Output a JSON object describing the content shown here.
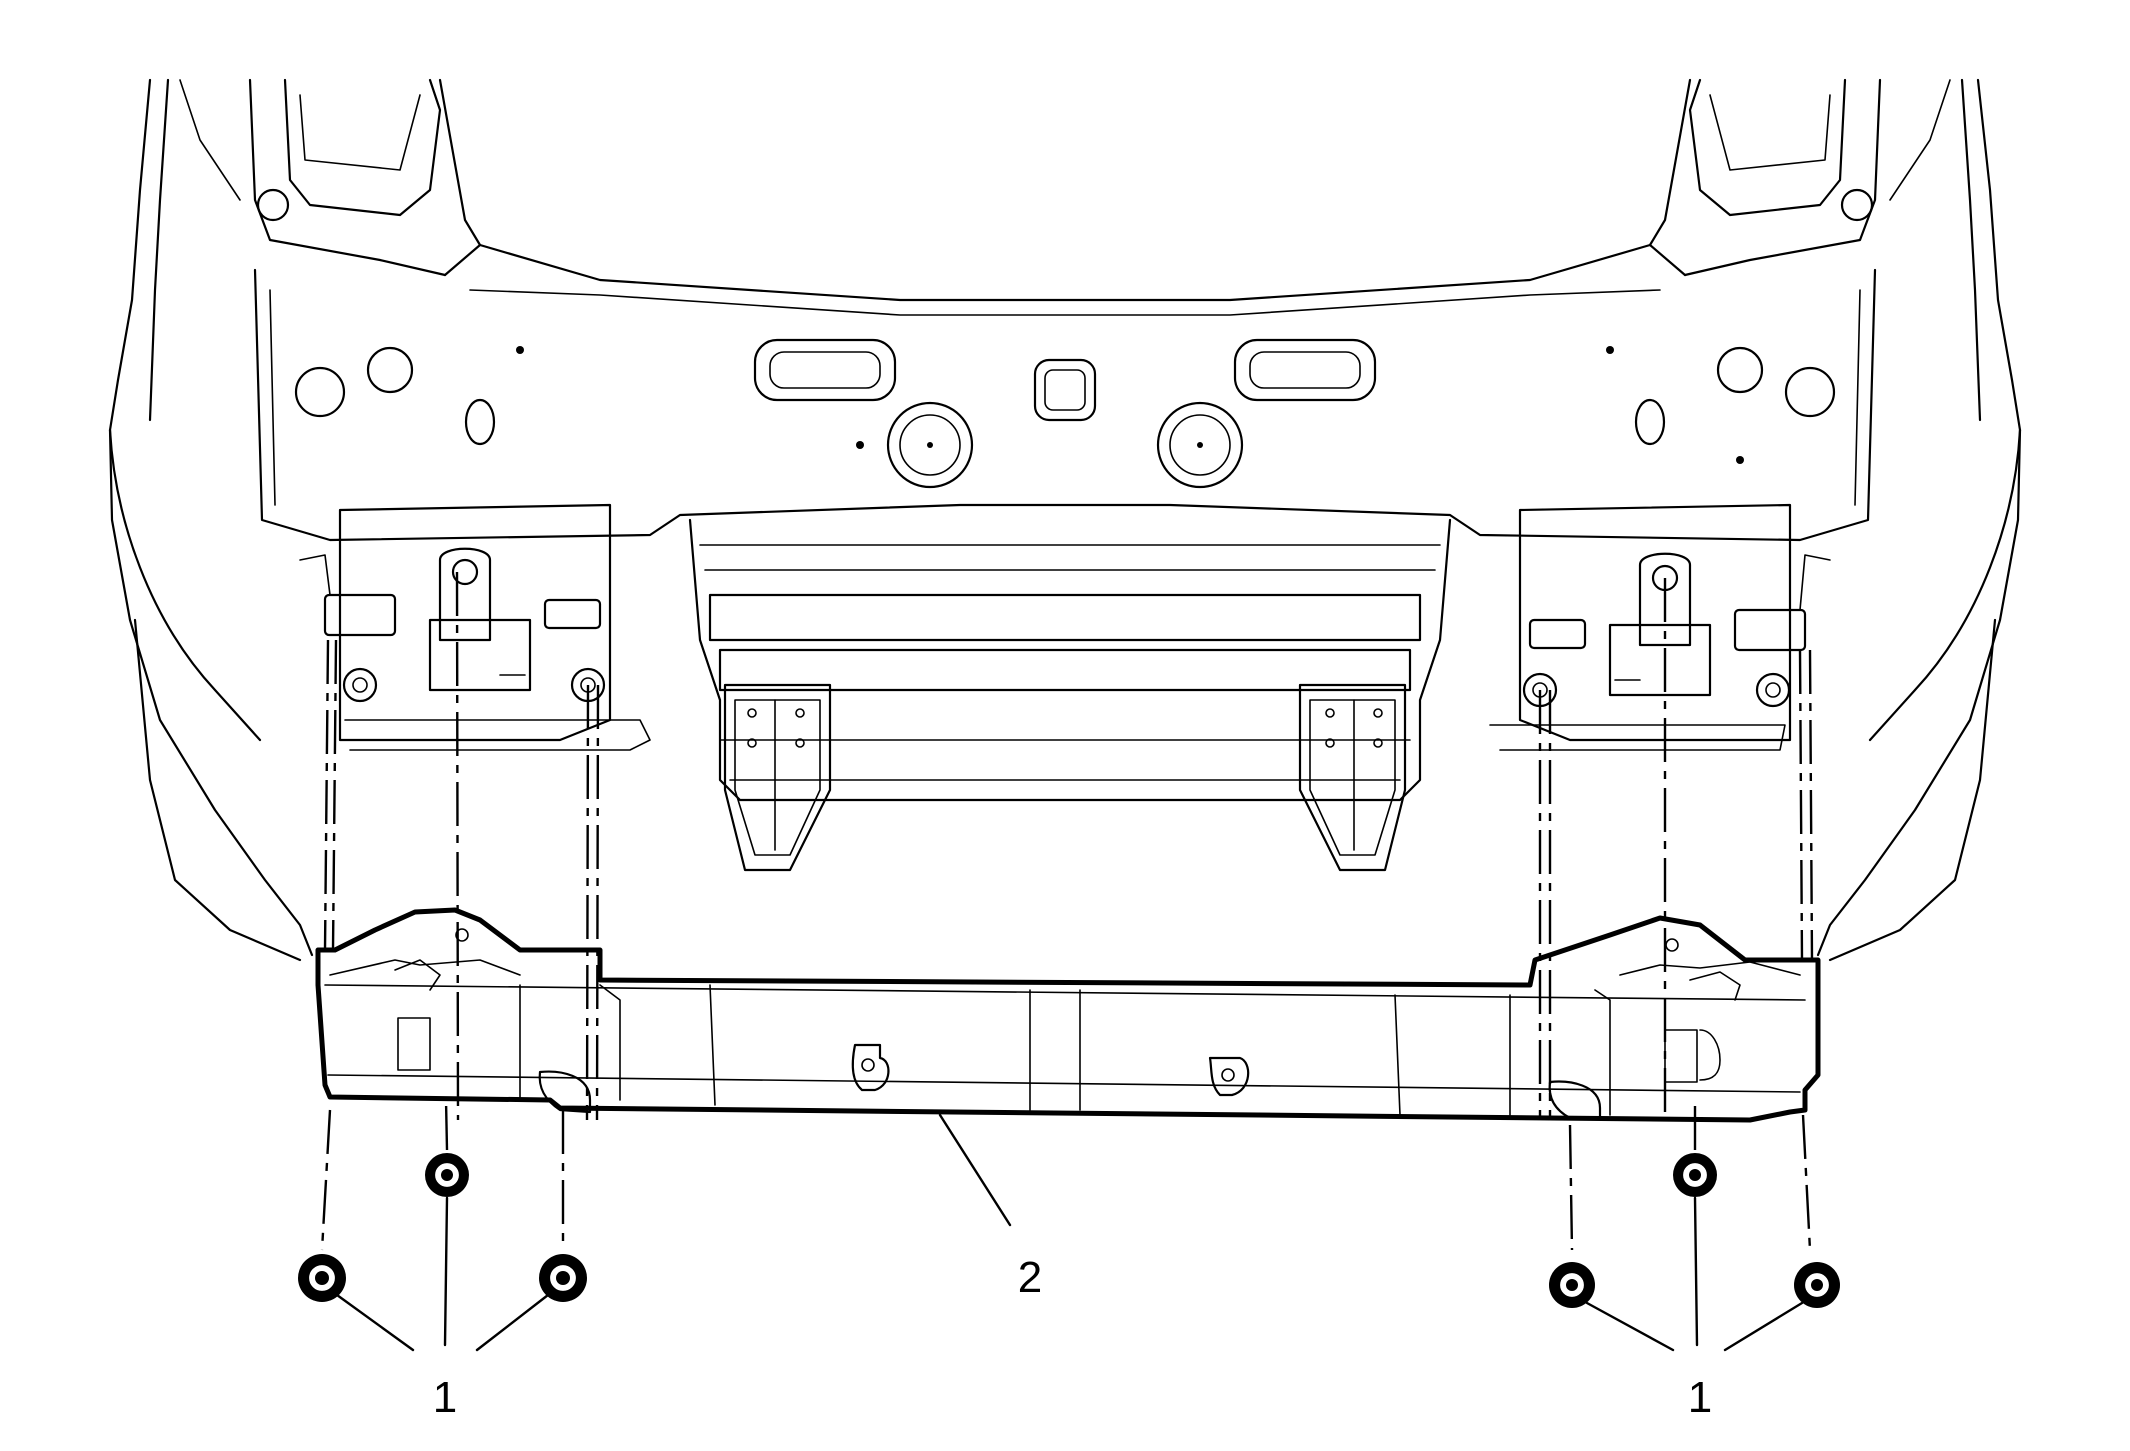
{
  "diagram": {
    "callouts": {
      "nuts_left": "1",
      "nuts_right": "1",
      "bumper_bar": "2"
    }
  }
}
